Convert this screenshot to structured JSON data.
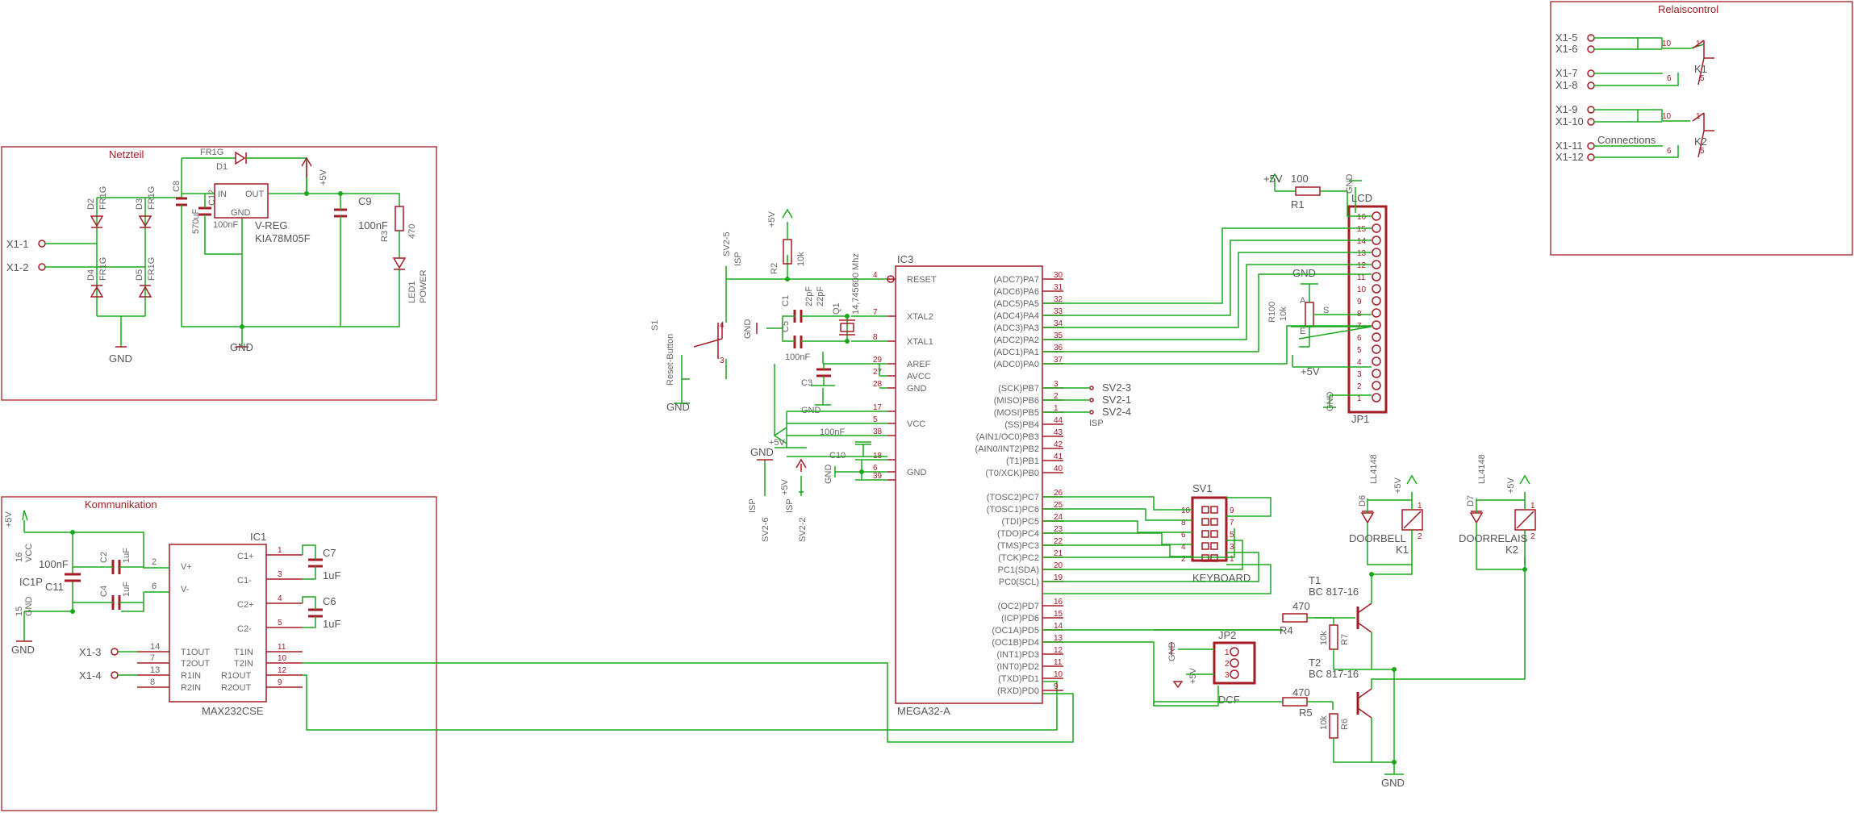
{
  "frames": {
    "netzteil": "Netzteil",
    "kommunikation": "Kommunikation",
    "relaiscontrol": "Relaiscontrol"
  },
  "connections_label": "Connections",
  "power_supply": {
    "inputs": [
      "X1-1",
      "X1-2"
    ],
    "diodes": [
      {
        "name": "D2",
        "value": "FR1G"
      },
      {
        "name": "D3",
        "value": "FR1G"
      },
      {
        "name": "D4",
        "value": "FR1G"
      },
      {
        "name": "D5",
        "value": "FR1G"
      },
      {
        "name": "D1",
        "value": "FR1G"
      }
    ],
    "c8": {
      "name": "C8",
      "value": "570uF"
    },
    "c12": {
      "name": "C12",
      "value": "100nF"
    },
    "c9": {
      "name": "C9",
      "value": "100nF"
    },
    "r3": {
      "name": "R3",
      "value": "470"
    },
    "vreg": {
      "name": "V-REG",
      "value": "KIA78M05F",
      "in": "IN",
      "out": "OUT",
      "gnd": "GND"
    },
    "led": {
      "name": "LED1",
      "value": "POWER"
    },
    "supply": "+5V",
    "gnd": "GND"
  },
  "communication": {
    "ic": {
      "ref": "IC1",
      "name": "MAX232CSE"
    },
    "left_pins": [
      {
        "num": "14",
        "name": "T1OUT"
      },
      {
        "num": "7",
        "name": "T2OUT"
      },
      {
        "num": "13",
        "name": "R1IN"
      },
      {
        "num": "8",
        "name": "R2IN"
      }
    ],
    "right_pins": [
      {
        "num": "1",
        "name": "C1+"
      },
      {
        "num": "3",
        "name": "C1-"
      },
      {
        "num": "4",
        "name": "C2+"
      },
      {
        "num": "5",
        "name": "C2-"
      },
      {
        "num": "11",
        "name": "T1IN"
      },
      {
        "num": "10",
        "name": "T2IN"
      },
      {
        "num": "12",
        "name": "R1OUT"
      },
      {
        "num": "9",
        "name": "R2OUT"
      }
    ],
    "vplus": "V+",
    "vminus": "V-",
    "c2": {
      "name": "C2",
      "value": "1uF"
    },
    "c4": {
      "name": "C4",
      "value": "1uF"
    },
    "c7": {
      "name": "C7",
      "value": "1uF"
    },
    "c6": {
      "name": "C6",
      "value": "1uF"
    },
    "c11": {
      "name": "C11",
      "value": "100nF"
    },
    "ic1p": "IC1P",
    "vcc": "VCC",
    "gnd_pin": "GND",
    "pin16": "16",
    "pin15": "15",
    "pin2": "2",
    "pin6": "6",
    "connectors": [
      "X1-3",
      "X1-4"
    ],
    "supply": "+5V",
    "gnd": "GND"
  },
  "mcu": {
    "ref": "IC3",
    "name": "MEGA32-A",
    "left_pins": [
      {
        "num": "4",
        "name": "RESET"
      },
      {
        "num": "7",
        "name": "XTAL2"
      },
      {
        "num": "8",
        "name": "XTAL1"
      },
      {
        "num": "29",
        "name": "AREF"
      },
      {
        "num": "27",
        "name": "AVCC"
      },
      {
        "num": "28",
        "name": "GND"
      },
      {
        "num": "17",
        "name": ""
      },
      {
        "num": "5",
        "name": "VCC"
      },
      {
        "num": "38",
        "name": ""
      },
      {
        "num": "18",
        "name": ""
      },
      {
        "num": "6",
        "name": "GND"
      },
      {
        "num": "39",
        "name": ""
      }
    ],
    "right_pins": [
      {
        "num": "30",
        "name": "(ADC7)PA7"
      },
      {
        "num": "31",
        "name": "(ADC6)PA6"
      },
      {
        "num": "32",
        "name": "(ADC5)PA5"
      },
      {
        "num": "33",
        "name": "(ADC4)PA4"
      },
      {
        "num": "34",
        "name": "(ADC3)PA3"
      },
      {
        "num": "35",
        "name": "(ADC2)PA2"
      },
      {
        "num": "36",
        "name": "(ADC1)PA1"
      },
      {
        "num": "37",
        "name": "(ADC0)PA0"
      },
      {
        "num": "3",
        "name": "(SCK)PB7"
      },
      {
        "num": "2",
        "name": "(MISO)PB6"
      },
      {
        "num": "1",
        "name": "(MOSI)PB5"
      },
      {
        "num": "44",
        "name": "(SS)PB4"
      },
      {
        "num": "43",
        "name": "(AIN1/OC0)PB3"
      },
      {
        "num": "42",
        "name": "(AIN0/INT2)PB2"
      },
      {
        "num": "41",
        "name": "(T1)PB1"
      },
      {
        "num": "40",
        "name": "(T0/XCK)PB0"
      },
      {
        "num": "26",
        "name": "(TOSC2)PC7"
      },
      {
        "num": "25",
        "name": "(TOSC1)PC6"
      },
      {
        "num": "24",
        "name": "(TDI)PC5"
      },
      {
        "num": "23",
        "name": "(TDO)PC4"
      },
      {
        "num": "22",
        "name": "(TMS)PC3"
      },
      {
        "num": "21",
        "name": "(TCK)PC2"
      },
      {
        "num": "20",
        "name": "PC1(SDA)"
      },
      {
        "num": "19",
        "name": "PC0(SCL)"
      },
      {
        "num": "16",
        "name": "(OC2)PD7"
      },
      {
        "num": "15",
        "name": "(ICP)PD6"
      },
      {
        "num": "14",
        "name": "(OC1A)PD5"
      },
      {
        "num": "13",
        "name": "(OC1B)PD4"
      },
      {
        "num": "12",
        "name": "(INT1)PD3"
      },
      {
        "num": "11",
        "name": "(INT0)PD2"
      },
      {
        "num": "10",
        "name": "(TXD)PD1"
      },
      {
        "num": "9",
        "name": "(RXD)PD0"
      }
    ]
  },
  "reset": {
    "s1": "S1",
    "button": "Reset-Button",
    "r2": {
      "name": "R2",
      "value": "10k"
    },
    "sv2_5": "SV2-5",
    "isp": "ISP",
    "supply": "+5V",
    "gnd": "GND",
    "pin3": "3",
    "pin4": "4"
  },
  "crystal": {
    "q1": {
      "name": "Q1",
      "value": "14,745600 Mhz"
    },
    "c1": {
      "name": "C1",
      "value": "22pF"
    },
    "c5": {
      "name": "C5",
      "value": "22pF"
    },
    "c3": {
      "name": "C3",
      "value": "100nF"
    },
    "c10": {
      "name": "C10",
      "value": "100nF"
    },
    "gnd": "GND",
    "supply": "+5V"
  },
  "isp": {
    "sv2_3": "SV2-3",
    "sv2_1": "SV2-1",
    "sv2_4": "SV2-4",
    "sv2_6": "SV2-6",
    "sv2_2": "SV2-2",
    "isp": "ISP",
    "gnd": "GND",
    "supply": "+5V"
  },
  "keyboard": {
    "ref": "SV1",
    "name": "KEYBOARD",
    "left_nums": [
      "10",
      "8",
      "6",
      "4",
      "2"
    ],
    "right_nums": [
      "9",
      "7",
      "5",
      "3",
      "1"
    ]
  },
  "dcf": {
    "ref": "JP2",
    "name": "DCF",
    "nums": [
      "1",
      "2",
      "3"
    ],
    "gnd": "GND",
    "supply": "+5V"
  },
  "lcd": {
    "ref": "JP1",
    "name": "LCD",
    "nums": [
      "16",
      "15",
      "14",
      "13",
      "12",
      "11",
      "10",
      "9",
      "8",
      "7",
      "6",
      "5",
      "4",
      "3",
      "2",
      "1"
    ],
    "r1": {
      "name": "R1",
      "value": "100"
    },
    "r100": {
      "name": "R100",
      "value": "10k"
    },
    "pot_a": "A",
    "pot_e": "E",
    "pot_s": "S",
    "supply": "+5V",
    "gnd": "GND"
  },
  "drivers": {
    "r4": {
      "name": "R4",
      "value": "470"
    },
    "r5": {
      "name": "R5",
      "value": "470"
    },
    "r7": {
      "name": "R7",
      "value": "10k"
    },
    "r6": {
      "name": "R6",
      "value": "10k"
    },
    "t1": {
      "name": "T1",
      "value": "BC 817-16"
    },
    "t2": {
      "name": "T2",
      "value": "BC 817-16"
    },
    "d6": {
      "name": "D6",
      "value": "LL4148"
    },
    "d7": {
      "name": "D7",
      "value": "LL4148"
    },
    "k1": {
      "name": "K1",
      "label": "DOORBELL"
    },
    "k2": {
      "name": "K2",
      "label": "DOORRELAIS"
    },
    "supply": "+5V",
    "gnd": "GND",
    "pin1": "1",
    "pin2": "2"
  },
  "relays": {
    "connectors": [
      "X1-5",
      "X1-6",
      "X1-7",
      "X1-8",
      "X1-9",
      "X1-10",
      "X1-11",
      "X1-12"
    ],
    "k1": "K1",
    "k2": "K2",
    "pin10": "10",
    "pin6": "6",
    "pin5": "5",
    "pin1": "1"
  }
}
